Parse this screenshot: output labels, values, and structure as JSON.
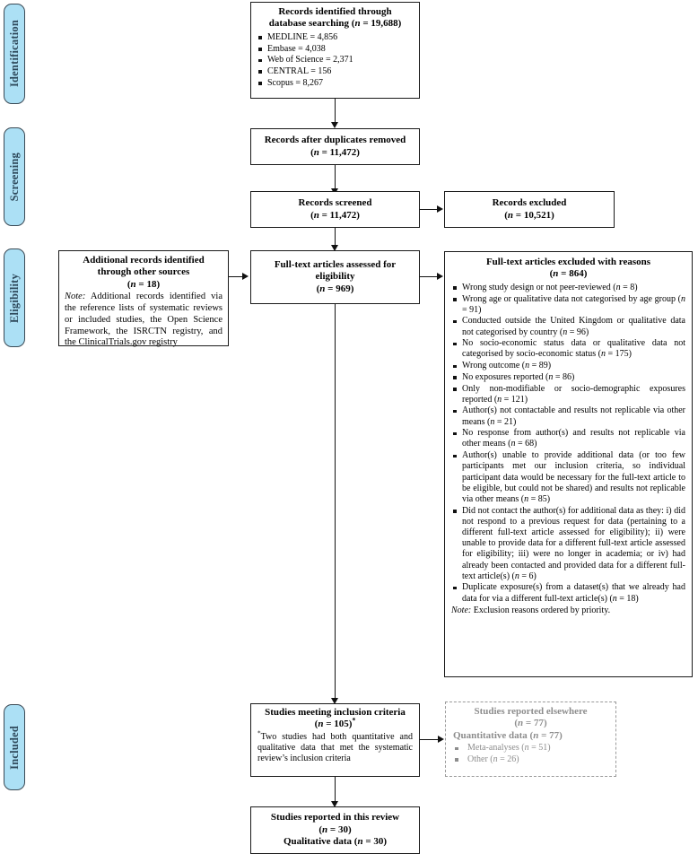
{
  "diagram": {
    "type": "prisma-flow-diagram",
    "accent_blue": "#ace0f5",
    "accent_blue_text": "#2f4a5c",
    "muted_gray": "#8d8d8d"
  },
  "stages": [
    {
      "key": "identification",
      "label": "Identification"
    },
    {
      "key": "screening",
      "label": "Screening"
    },
    {
      "key": "eligibility",
      "label": "Eligibility"
    },
    {
      "key": "included",
      "label": "Included"
    }
  ],
  "boxes": {
    "identified": {
      "title_line1": "Records identified through",
      "title_line2_prefix": "database searching (",
      "title_n_label": "n",
      "title_n_value": " = 19,688)",
      "sources": [
        "MEDLINE = 4,856",
        "Embase = 4,038",
        "Web of Science = 2,371",
        "CENTRAL = 156",
        "Scopus = 8,267"
      ]
    },
    "duplicates_removed": {
      "title": "Records after duplicates removed",
      "count_prefix": "(",
      "count_n": "n",
      "count_value": " = 11,472)"
    },
    "records_screened": {
      "title": "Records screened",
      "count_prefix": "(",
      "count_n": "n",
      "count_value": " = 11,472)"
    },
    "records_excluded": {
      "title": "Records excluded",
      "count_prefix": "(",
      "count_n": "n",
      "count_value": " = 10,521)"
    },
    "additional_records": {
      "title_line1": "Additional records identified",
      "title_line2": "through other sources",
      "count_prefix": "(",
      "count_n": "n",
      "count_value": " = 18)",
      "note_label": "Note:",
      "note_text": " Additional records identified via the reference lists of systematic reviews or included studies, the Open Science Framework, the ISRCTN registry, and the ClinicalTrials.gov registry"
    },
    "fulltext_assessed": {
      "title_line1": "Full-text articles assessed for",
      "title_line2": "eligibility",
      "count_prefix": "(",
      "count_n": "n",
      "count_value": " = 969)"
    },
    "fulltext_excluded": {
      "title": "Full-text articles excluded with reasons",
      "count_prefix": "(",
      "count_n": "n",
      "count_value": " = 864)",
      "reasons": [
        {
          "text": "Wrong study design or not peer-reviewed (",
          "n": "n",
          "value": " = 8)"
        },
        {
          "text": "Wrong age or qualitative data not categorised by age group (",
          "n": "n",
          "value": " = 91)"
        },
        {
          "text": "Conducted outside the United Kingdom or qualitative data not categorised by country (",
          "n": "n",
          "value": " = 96)"
        },
        {
          "text": "No socio-economic status data or qualitative data not categorised by socio-economic status (",
          "n": "n",
          "value": " = 175)"
        },
        {
          "text": "Wrong outcome (",
          "n": "n",
          "value": " = 89)"
        },
        {
          "text": "No exposures reported (",
          "n": "n",
          "value": " = 86)"
        },
        {
          "text": "Only non-modifiable or socio-demographic exposures reported (",
          "n": "n",
          "value": " = 121)"
        },
        {
          "text": "Author(s) not contactable and results not replicable via other means (",
          "n": "n",
          "value": " = 21)"
        },
        {
          "text": "No response from author(s) and results not replicable via other means (",
          "n": "n",
          "value": " = 68)"
        },
        {
          "text": "Author(s) unable to provide additional data (or too few participants met our inclusion criteria, so individual participant data would be necessary for the full-text article to be eligible, but could not be shared) and results not replicable via other means (",
          "n": "n",
          "value": " = 85)"
        },
        {
          "text": "Did not contact the author(s) for additional data as they: i) did not respond to a previous request for data (pertaining to a different full-text article assessed for eligibility); ii) were unable to provide data for a different full-text article assessed for eligibility; iii) were no longer in academia; or iv) had already been contacted and provided data for a different full-text article(s) (",
          "n": "n",
          "value": " = 6)"
        },
        {
          "text": "Duplicate exposure(s) from a dataset(s) that we already had data for via a different full-text article(s) (",
          "n": "n",
          "value": " = 18)"
        }
      ],
      "note_label": "Note:",
      "note_text": " Exclusion reasons ordered by priority."
    },
    "studies_meeting": {
      "title": "Studies meeting inclusion criteria",
      "count_prefix": "(",
      "count_n": "n",
      "count_value": " = 105)",
      "count_star": "*",
      "footnote_star": "*",
      "footnote_text": "Two studies had both quantitative and qualitative data that met the systematic review’s inclusion criteria"
    },
    "reported_elsewhere": {
      "title": "Studies reported elsewhere",
      "count_prefix": "(",
      "count_n": "n",
      "count_value": " = 77)",
      "subtitle_text": "Quantitative data (",
      "subtitle_n": "n",
      "subtitle_value": " = 77)",
      "items": [
        {
          "text": "Meta-analyses (",
          "n": "n",
          "value": " = 51)"
        },
        {
          "text": "Other (",
          "n": "n",
          "value": " = 26)"
        }
      ]
    },
    "reported_in_review": {
      "title": "Studies reported in this review",
      "count_prefix": "(",
      "count_n": "n",
      "count_value": " = 30)",
      "qualitative_text": "Qualitative data (",
      "qualitative_n": "n",
      "qualitative_value": " = 30)"
    }
  }
}
